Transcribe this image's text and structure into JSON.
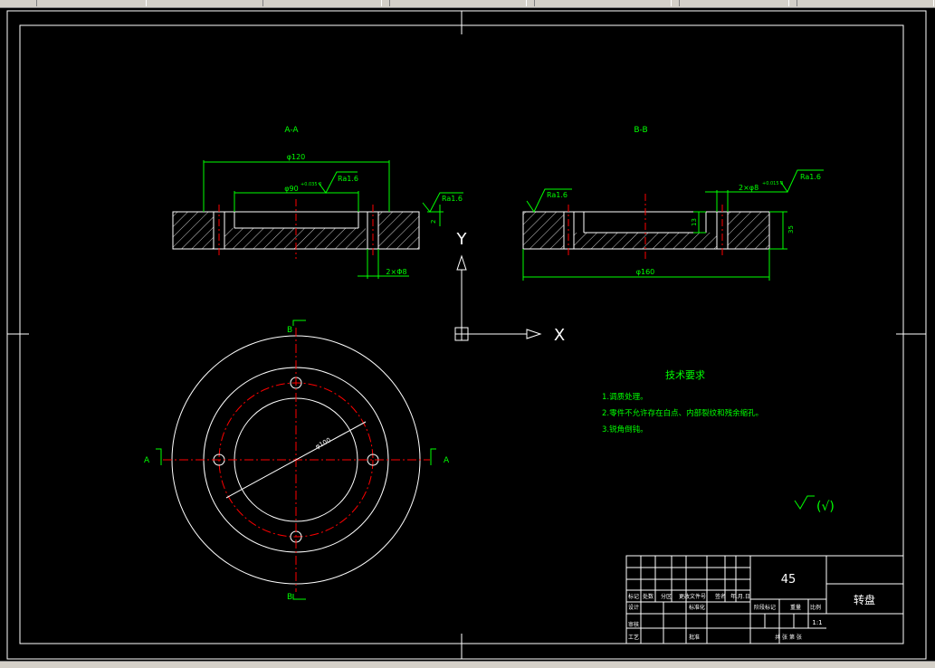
{
  "drawing": {
    "colors": {
      "background": "#000000",
      "line": "#ffffff",
      "dim": "#00ff00",
      "center": "#ff0000",
      "text": "#00ff00"
    },
    "section_aa": {
      "label": "A-A",
      "dia_outer": "φ120",
      "dia_inner": "φ90",
      "dia_inner_tol": "+0.035 0",
      "hole_note": "2×Φ8",
      "roughness": "Ra1.6",
      "roughness2": "Ra1.6",
      "depth": "2"
    },
    "section_bb": {
      "label": "B-B",
      "dia": "φ160",
      "depth": "13",
      "height": "35",
      "roughness_left": "Ra1.6",
      "roughness_right": "Ra1.6",
      "hole_note": "2×φ8",
      "hole_tol": "+0.015 0"
    },
    "plan_view": {
      "cut_b_top": "B",
      "cut_b_bottom": "B",
      "cut_a_left": "A",
      "cut_a_right": "A",
      "pcd": "φ100"
    },
    "ucs": {
      "y_label": "Y",
      "x_label": "X"
    },
    "tech_requirements": {
      "title": "技术要求",
      "items": [
        "1.调质处理。",
        "2.零件不允许存在白点、内部裂纹和残余缩孔。",
        "3.锐角倒钝。"
      ]
    },
    "roughness_other": "(√)",
    "title_block": {
      "material": "45",
      "part_name": "转盘",
      "scale": "1:1",
      "row_labels": [
        "标记",
        "设计",
        "审核",
        "工艺"
      ],
      "header_cells": [
        "处数",
        "分区",
        "更改文件号",
        "签名",
        "年.月.日"
      ],
      "standardization": "标准化",
      "approval": "批准",
      "stage_label": "阶段标记",
      "weight_label": "重量",
      "scale_label": "比例",
      "sheets": "共 张 第 张"
    }
  }
}
